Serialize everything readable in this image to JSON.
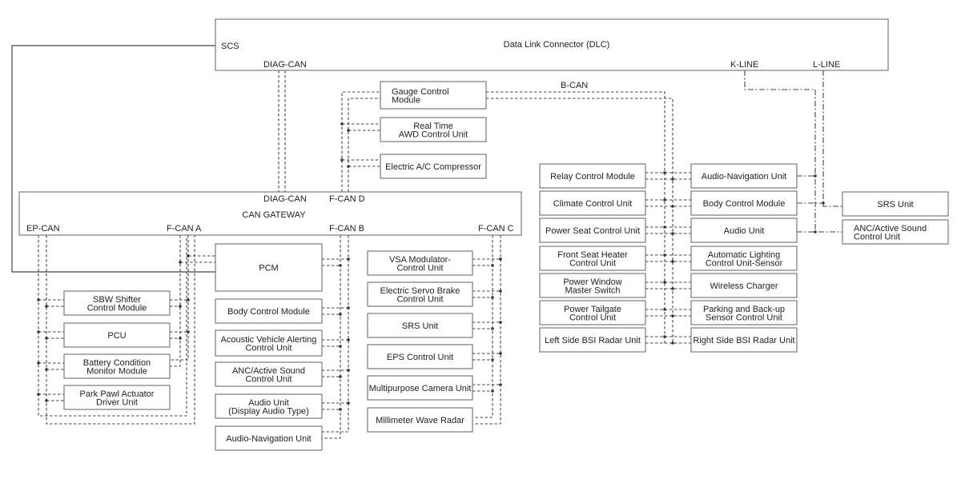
{
  "dlc": {
    "title": "Data Link Connector (DLC)",
    "scs": "SCS",
    "diag_can": "DIAG-CAN",
    "k_line": "K-LINE",
    "l_line": "L-LINE"
  },
  "gateway": {
    "title": "CAN GATEWAY",
    "diag_can": "DIAG-CAN",
    "fcan_d": "F-CAN D",
    "ep_can": "EP-CAN",
    "fcan_a": "F-CAN A",
    "fcan_b": "F-CAN B",
    "fcan_c": "F-CAN C"
  },
  "bcan_label": "B-CAN",
  "fcan_d_modules": [
    [
      "Gauge Control",
      "Module"
    ],
    [
      "Real Time",
      "AWD Control Unit"
    ],
    [
      "Electric A/C Compressor"
    ]
  ],
  "pcm": "PCM",
  "ep_modules": [
    [
      "SBW Shifter",
      "Control Module"
    ],
    [
      "PCU"
    ],
    [
      "Battery Condition",
      "Monitor Module"
    ],
    [
      "Park Pawl Actuator",
      "Driver Unit"
    ]
  ],
  "fcan_b_modules": [
    [
      "Body Control Module"
    ],
    [
      "Acoustic Vehicle Alerting",
      "Control Unit"
    ],
    [
      "ANC/Active Sound",
      "Control Unit"
    ],
    [
      "Audio Unit",
      "(Display Audio Type)"
    ],
    [
      "Audio-Navigation Unit"
    ]
  ],
  "fcan_c_modules": [
    [
      "VSA Modulator-",
      "Control Unit"
    ],
    [
      "Electric Servo Brake",
      "Control Unit"
    ],
    [
      "SRS Unit"
    ],
    [
      "EPS Control Unit"
    ],
    [
      "Multipurpose Camera Unit"
    ],
    [
      "Millimeter Wave Radar"
    ]
  ],
  "bcan_left": [
    [
      "Relay Control Module"
    ],
    [
      "Climate Control Unit"
    ],
    [
      "Power Seat Control Unit"
    ],
    [
      "Front Seat Heater",
      "Control Unit"
    ],
    [
      "Power Window",
      "Master Switch"
    ],
    [
      "Power Tailgate",
      "Control Unit"
    ],
    [
      "Left Side BSI Radar Unit"
    ]
  ],
  "bcan_right": [
    [
      "Audio-Navigation Unit"
    ],
    [
      "Body Control Module"
    ],
    [
      "Audio Unit"
    ],
    [
      "Automatic Lighting",
      "Control Unit-Sensor"
    ],
    [
      "Wireless Charger"
    ],
    [
      "Parking and Back-up",
      "Sensor Control Unit"
    ],
    [
      "Right Side BSI Radar Unit"
    ]
  ],
  "kline_modules": [
    [
      "SRS Unit"
    ],
    [
      "ANC/Active Sound",
      "Control Unit"
    ]
  ]
}
